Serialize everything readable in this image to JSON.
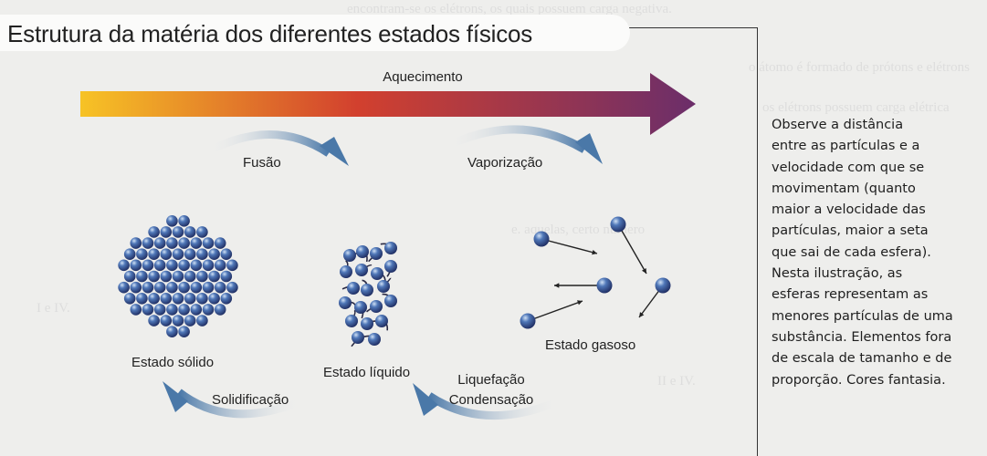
{
  "title": "Estrutura da matéria dos diferentes estados físicos",
  "heating_label": "Aquecimento",
  "states": {
    "solid": "Estado sólido",
    "liquid": "Estado líquido",
    "gas": "Estado gasoso"
  },
  "transitions": {
    "fusion": "Fusão",
    "vaporization": "Vaporização",
    "solidification": "Solidificação",
    "liquefaction": "Liquefação",
    "condensation": "Condensação"
  },
  "note_lines": [
    "Observe a distância",
    "entre as partículas e a",
    "velocidade com que se",
    "movimentam (quanto",
    "maior a velocidade das",
    "partículas, maior a seta",
    "que sai de cada esfera).",
    "Nesta ilustração, as",
    "esferas representam as",
    "menores partículas de uma",
    "substância. Elementos fora",
    "de escala de tamanho e de",
    "proporção. Cores fantasia."
  ],
  "colors": {
    "arrow_start": "#f7c325",
    "arrow_mid": "#d2402e",
    "arrow_end": "#6b2e6a",
    "curved_arrow": "#4a78a8",
    "particle": "#2f3b7a"
  }
}
